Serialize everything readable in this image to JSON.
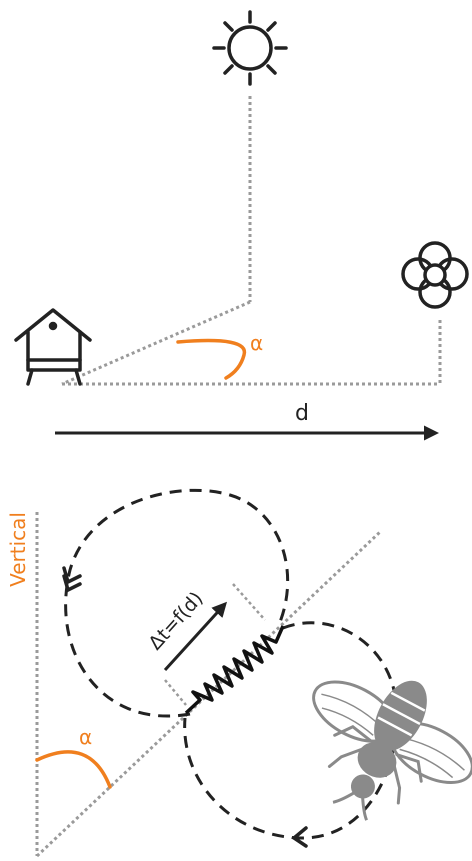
{
  "labels": {
    "angle_top": "α",
    "distance": "d",
    "vertical": "Vertical",
    "angle_bottom": "α",
    "duration_formula": "Δt=f(d)"
  },
  "colors": {
    "accent": "#f07f1e",
    "ink": "#222222",
    "guide": "#9a9a9a",
    "bee": "#8a8a8a"
  },
  "icons": [
    "sun-icon",
    "beehive-icon",
    "flower-icon",
    "bee-icon"
  ]
}
